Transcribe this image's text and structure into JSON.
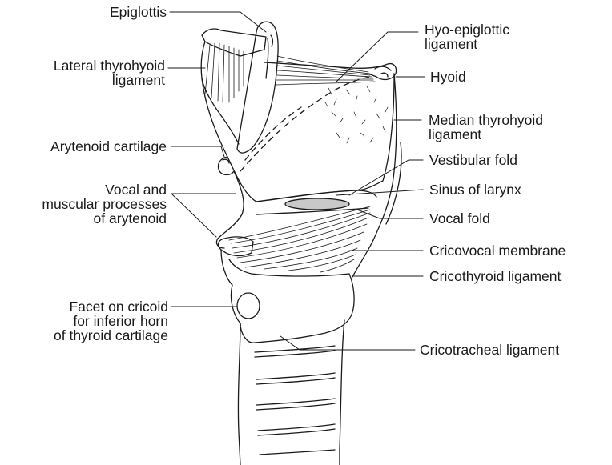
{
  "labels": {
    "epiglottis": "Epiglottis",
    "lateral_thyrohyoid_ligament": "Lateral thyrohyoid\nligament",
    "arytenoid_cartilage": "Arytenoid cartilage",
    "vocal_and_muscular_processes": "Vocal and\nmuscular processes\nof arytenoid",
    "facet_on_cricoid": "Facet on cricoid\nfor inferior horn\nof thyroid cartilage",
    "hyo_epiglottic_ligament": "Hyo-epiglottic\nligament",
    "hyoid": "Hyoid",
    "median_thyrohyoid_ligament": "Median thyrohyoid\nligament",
    "vestibular_fold": "Vestibular fold",
    "sinus_of_larynx": "Sinus of larynx",
    "vocal_fold": "Vocal fold",
    "cricovocal_membrane": "Cricovocal membrane",
    "cricothyroid_ligament": "Cricothyroid ligament",
    "cricotracheal_ligament": "Cricotracheal ligament"
  },
  "colors": {
    "ink": "#1a1a1a",
    "sinus_fill": "#c9c9c9",
    "background": "#ffffff"
  }
}
